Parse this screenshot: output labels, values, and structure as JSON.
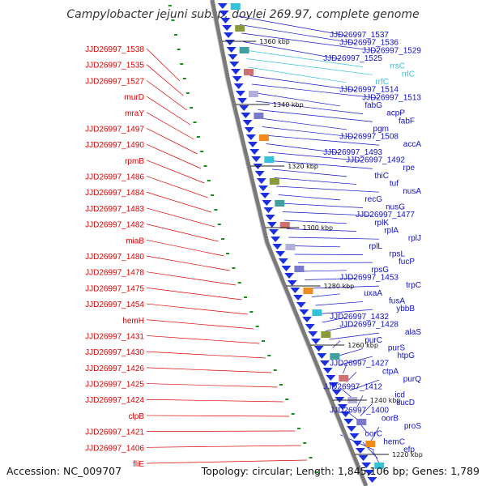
{
  "title": "Campylobacter jejuni subsp. doylei 269.97, complete genome",
  "accession": "Accession: NC_009707",
  "topology": "Topology: circular; Length: 1,845,106 bp; Genes: 1,789",
  "colors": {
    "left_labels": "#dd0000",
    "right_labels": "#1010c8",
    "rrna_labels": "#33c3d8",
    "backbone": "#7a7a7a",
    "tick": "#222222"
  },
  "kbp_ticks": [
    "1360 kbp",
    "1340 kbp",
    "1320 kbp",
    "1300 kbp",
    "1280 kbp",
    "1260 kbp",
    "1240 kbp",
    "1220 kbp"
  ],
  "left_labels": [
    "JJD26997_1538",
    "JJD26997_1535",
    "JJD26997_1527",
    "murD",
    "mraY",
    "JJD26997_1497",
    "JJD26997_1490",
    "rpmB",
    "JJD26997_1486",
    "JJD26997_1484",
    "JJD26997_1483",
    "JJD26997_1482",
    "miaB",
    "JJD26997_1480",
    "JJD26997_1478",
    "JJD26997_1475",
    "JJD26997_1454",
    "hemH",
    "JJD26997_1431",
    "JJD26997_1430",
    "JJD26997_1426",
    "JJD26997_1425",
    "JJD26997_1424",
    "clpB",
    "JJD26997_1421",
    "JJD26997_1406",
    "fliE"
  ],
  "right_labels": [
    "JJD26997_1537",
    "JJD26997_1536",
    "JJD26997_1529",
    "JJD26997_1525",
    "rrsC",
    "rrlC",
    "rrfC",
    "JJD26997_1514",
    "JJD26997_1513",
    "fabG",
    "acpP",
    "fabF",
    "pgm",
    "JJD26997_1508",
    "accA",
    "JJD26997_1493",
    "JJD26997_1492",
    "rpe",
    "thiC",
    "tuf",
    "nusA",
    "recG",
    "nusG",
    "JJD26997_1477",
    "rplK",
    "rplA",
    "rplJ",
    "rplL",
    "rpsL",
    "fucP",
    "rpsG",
    "JJD26997_1453",
    "trpC",
    "uxaA",
    "fusA",
    "ybbB",
    "JJD26997_1432",
    "JJD26997_1428",
    "alaS",
    "purC",
    "purS",
    "htpG",
    "JJD26997_1427",
    "ctpA",
    "purQ",
    "JJD26997_1412",
    "icd",
    "sucD",
    "JJD26997_1400",
    "oorB",
    "proS",
    "oorC",
    "hemC",
    "efp"
  ]
}
